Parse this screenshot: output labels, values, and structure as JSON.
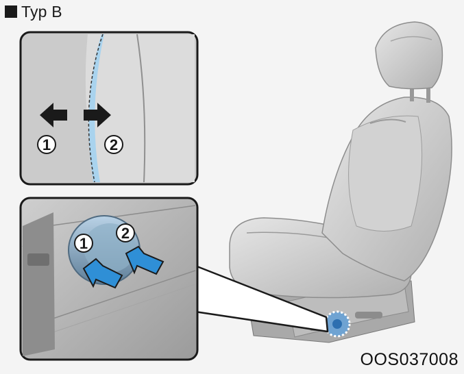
{
  "header": {
    "label": "Typ B"
  },
  "callout_top": {
    "num1": "1",
    "num2": "2"
  },
  "callout_bottom": {
    "num1": "1",
    "num2": "2"
  },
  "image_code": "OOS037008",
  "colors": {
    "frame": "#1a1a1a",
    "arrow_blue": "#2f8fd6",
    "lumbar_blue": "#a9d3ee",
    "seat_gray": "#c9c9c9"
  }
}
